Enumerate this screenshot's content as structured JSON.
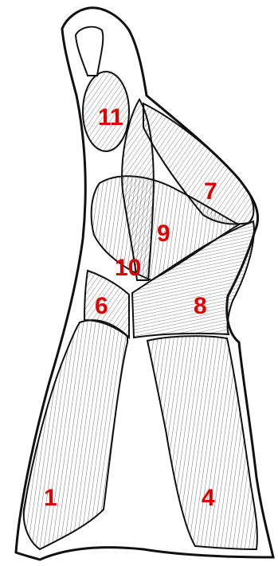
{
  "colors": {
    "ink": "#111111",
    "label": "#e10000",
    "paper": "#ffffff"
  },
  "labels": {
    "l1": "1",
    "l4": "4",
    "l6": "6",
    "l7": "7",
    "l8": "8",
    "l9": "9",
    "l10": "10",
    "l11": "11"
  }
}
